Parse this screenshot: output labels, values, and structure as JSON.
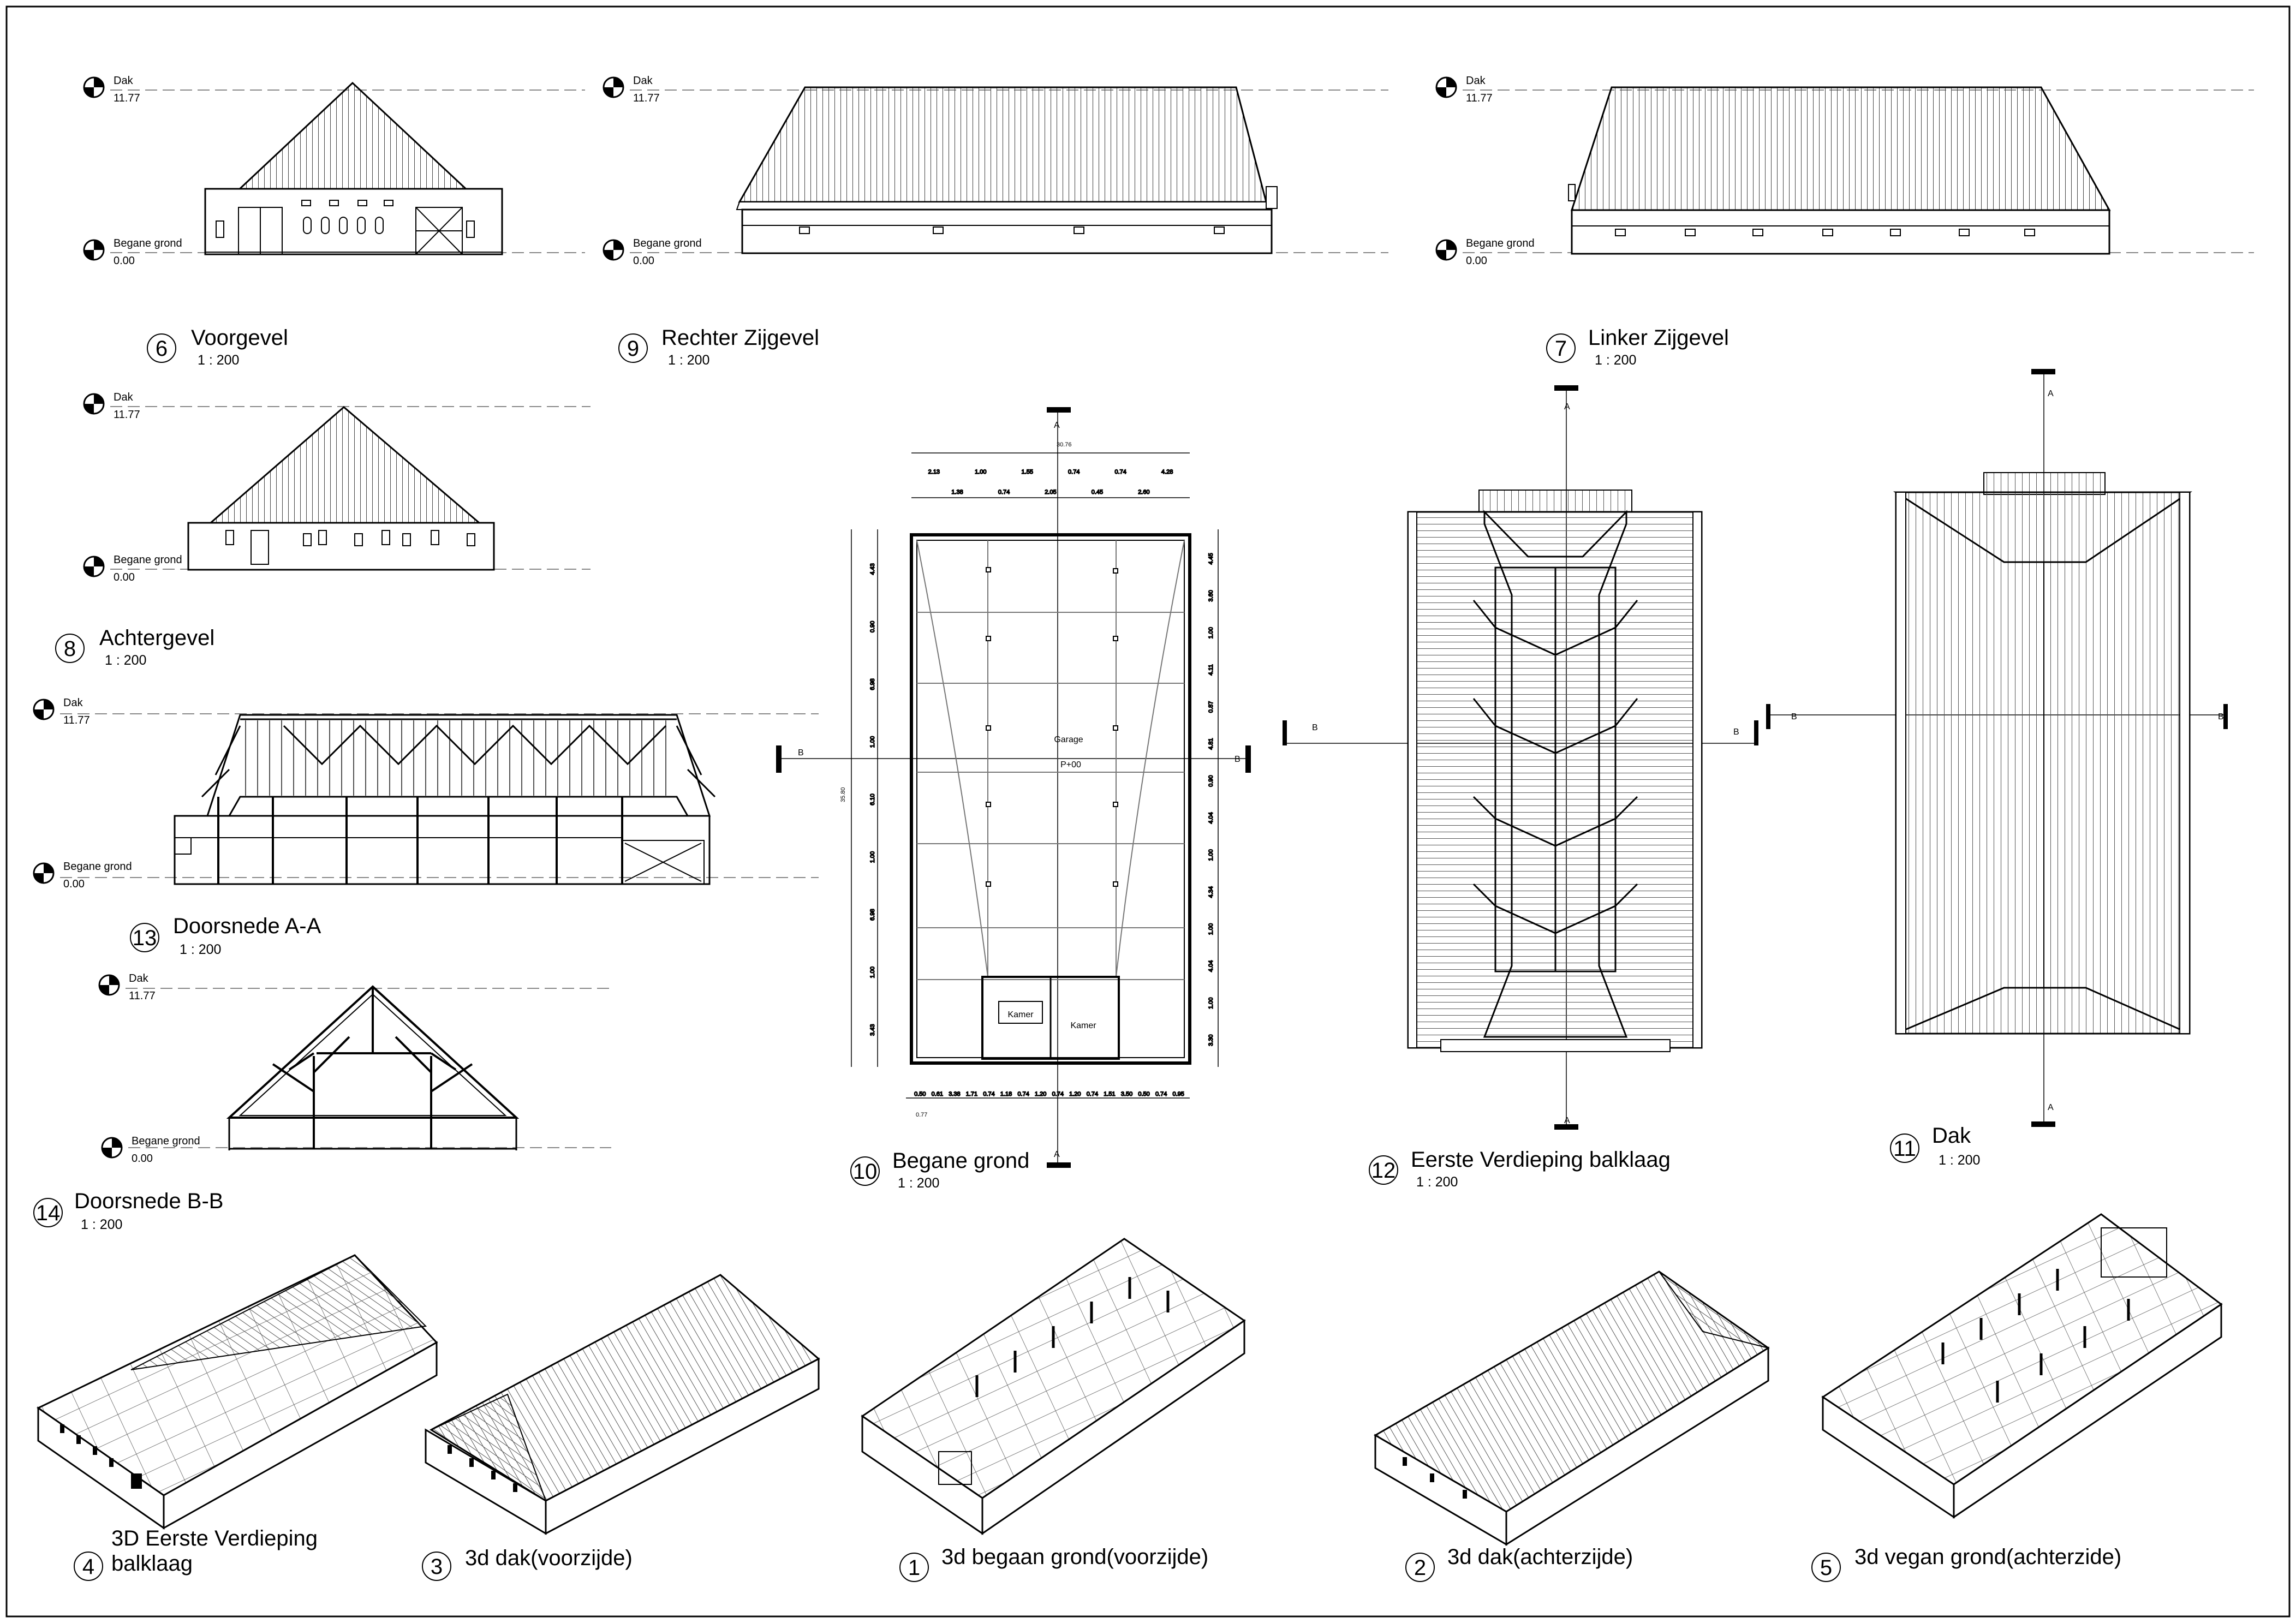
{
  "sheet": {
    "levels": {
      "top_name": "Dak",
      "top_value": "11.77",
      "bottom_name": "Begane grond",
      "bottom_value": "0.00"
    },
    "cut_marks": {
      "a": "A",
      "b": "B"
    },
    "views": [
      {
        "id": "v6",
        "number": "6",
        "name": "Voorgevel",
        "scale": "1 : 200"
      },
      {
        "id": "v9",
        "number": "9",
        "name": "Rechter Zijgevel",
        "scale": "1 : 200"
      },
      {
        "id": "v7",
        "number": "7",
        "name": "Linker Zijgevel",
        "scale": "1 : 200"
      },
      {
        "id": "v8",
        "number": "8",
        "name": "Achtergevel",
        "scale": "1 : 200"
      },
      {
        "id": "v13",
        "number": "13",
        "name": "Doorsnede A-A",
        "scale": "1 : 200"
      },
      {
        "id": "v14",
        "number": "14",
        "name": "Doorsnede B-B",
        "scale": "1 : 200"
      },
      {
        "id": "v10",
        "number": "10",
        "name": "Begane grond",
        "scale": "1 : 200"
      },
      {
        "id": "v12",
        "number": "12",
        "name": "Eerste Verdieping balklaag",
        "scale": "1 : 200"
      },
      {
        "id": "v11",
        "number": "11",
        "name": "Dak",
        "scale": "1 : 200"
      },
      {
        "id": "v4",
        "number": "4",
        "name_line1": "3D Eerste Verdieping",
        "name_line2": "balklaag"
      },
      {
        "id": "v3",
        "number": "3",
        "name": "3d dak(voorzijde)"
      },
      {
        "id": "v1",
        "number": "1",
        "name": "3d begaan grond(voorzijde)"
      },
      {
        "id": "v2",
        "number": "2",
        "name": "3d dak(achterzijde)"
      },
      {
        "id": "v5",
        "number": "5",
        "name": "3d vegan grond(achterzide)"
      }
    ],
    "plan": {
      "room_garage": "Garage",
      "room_level": "P+00",
      "room_kamer": "Kamer",
      "dims_top": [
        "2.13",
        "1.38",
        "1.00",
        "0.74",
        "1.55",
        "2.05",
        "0.74",
        "0.45",
        "0.74",
        "2.60",
        "4.28"
      ],
      "overall_top": "30.76",
      "overall_left": "35.80",
      "dims_left": [
        "4.43",
        "0.90",
        "6.98",
        "1.00",
        "6.10",
        "1.00",
        "6.98",
        "1.00",
        "3.43"
      ],
      "dims_right": [
        "4.45",
        "3.60",
        "1.00",
        "4.11",
        "0.87",
        "4.81",
        "0.90",
        "4.04",
        "1.00",
        "4.34",
        "1.00",
        "4.04",
        "1.00",
        "3.30"
      ],
      "dims_bottom": [
        "0.50",
        "0.61",
        "3.38",
        "1.71",
        "0.74",
        "1.18",
        "0.74",
        "1.20",
        "0.74",
        "1.20",
        "0.74",
        "1.51",
        "3.50",
        "0.50",
        "0.74",
        "0.95"
      ],
      "dim_bottom_extra": "0.77"
    }
  }
}
